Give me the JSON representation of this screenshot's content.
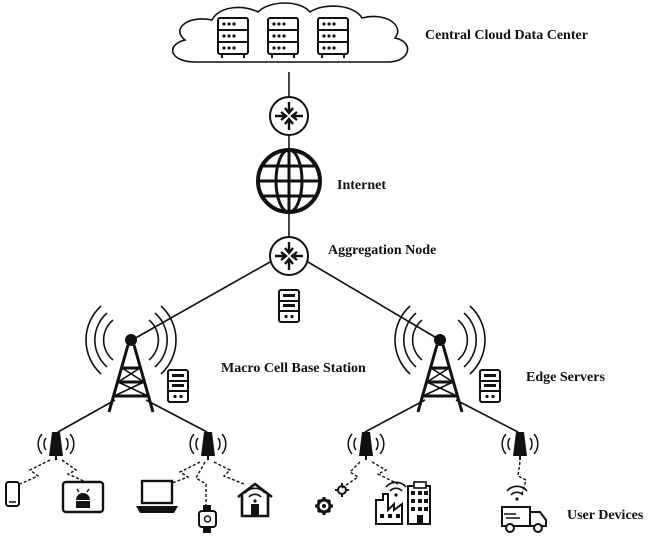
{
  "labels": {
    "cloud": "Central Cloud Data Center",
    "internet": "Internet",
    "aggregation": "Aggregation Node",
    "macro_cell": "Macro Cell Base Station",
    "edge_servers": "Edge Servers",
    "user_devices": "User Devices"
  },
  "colors": {
    "stroke": "#111111",
    "background": "#ffffff"
  },
  "icons": [
    "cloud-icon",
    "server-icon",
    "router-icon",
    "globe-icon",
    "tower-icon",
    "antenna-icon",
    "phone-icon",
    "tablet-icon",
    "laptop-icon",
    "smartwatch-icon",
    "home-icon",
    "gears-icon",
    "factory-icon",
    "truck-icon"
  ]
}
